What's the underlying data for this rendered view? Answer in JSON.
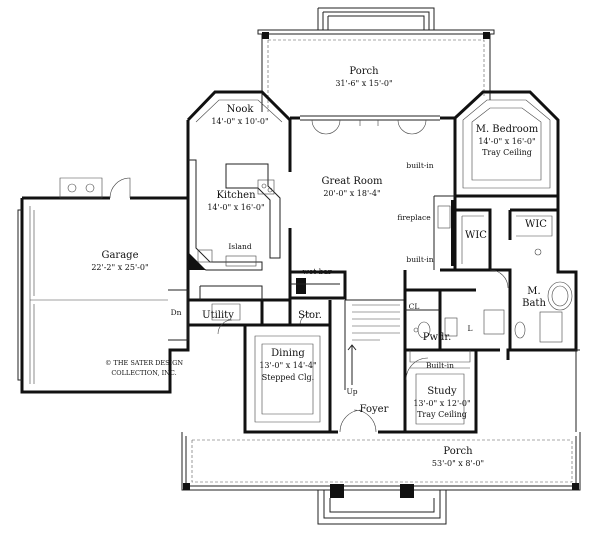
{
  "rooms": {
    "porch_rear": {
      "name": "Porch",
      "dims": "31'-6\" x 15'-0\""
    },
    "nook": {
      "name": "Nook",
      "dims": "14'-0\" x 10'-0\""
    },
    "master_bedroom": {
      "name": "M. Bedroom",
      "dims": "14'-0\" x 16'-0\"",
      "note": "Tray Ceiling"
    },
    "kitchen": {
      "name": "Kitchen",
      "dims": "14'-0\" x 16'-0\""
    },
    "great_room": {
      "name": "Great Room",
      "dims": "20'-0\" x 18'-4\""
    },
    "garage": {
      "name": "Garage",
      "dims": "22'-2\" x 25'-0\""
    },
    "dining": {
      "name": "Dining",
      "dims": "13'-0\" x 14'-4\"",
      "note": "Stepped Clg."
    },
    "study": {
      "name": "Study",
      "dims": "13'-0\" x 12'-0\"",
      "note": "Tray Ceiling"
    },
    "porch_front": {
      "name": "Porch",
      "dims": "53'-0\" x 8'-0\""
    },
    "master_bath": {
      "name": "M.",
      "name2": "Bath"
    }
  },
  "labels": {
    "island": "Island",
    "built_in_top": "built-in",
    "fireplace": "fireplace",
    "built_in_bottom": "built-in",
    "wic_left": "WIC",
    "wic_right": "WIC",
    "wet_bar": "wet bar",
    "utility": "Utility",
    "storage": "Stor.",
    "dn": "Dn",
    "cl": "CL",
    "l": "L",
    "powder": "Pwdr.",
    "built_in_study": "Built-in",
    "up": "Up",
    "foyer": "Foyer"
  },
  "credit": {
    "line1": "© THE SATER DESIGN",
    "line2": "COLLECTION, INC."
  }
}
